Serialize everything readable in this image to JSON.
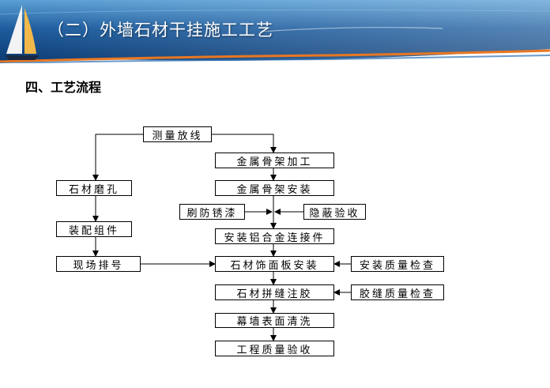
{
  "header": {
    "title": "（二）外墙石材干挂施工工艺",
    "colors": {
      "sea_dark": "#0e3f7a",
      "sea_light": "#4a90c8",
      "accent_orange": "#e87722"
    }
  },
  "section_title": "四、工艺流程",
  "flow": {
    "measure": "测量放线",
    "frame_process": "金属骨架加工",
    "frame_install": "金属骨架安装",
    "anti_rust": "刷防锈漆",
    "concealed_check": "隐蔽验收",
    "connector_install": "安装铝合金连接件",
    "stone_drill": "石材磨孔",
    "assemble": "装配组件",
    "site_arrange": "现场排号",
    "panel_install": "石材饰面板安装",
    "install_qc": "安装质量检查",
    "joint_glue": "石材拼缝注胶",
    "joint_qc": "胶缝质量检查",
    "wall_clean": "幕墙表面清洗",
    "final_check": "工程质量验收"
  }
}
